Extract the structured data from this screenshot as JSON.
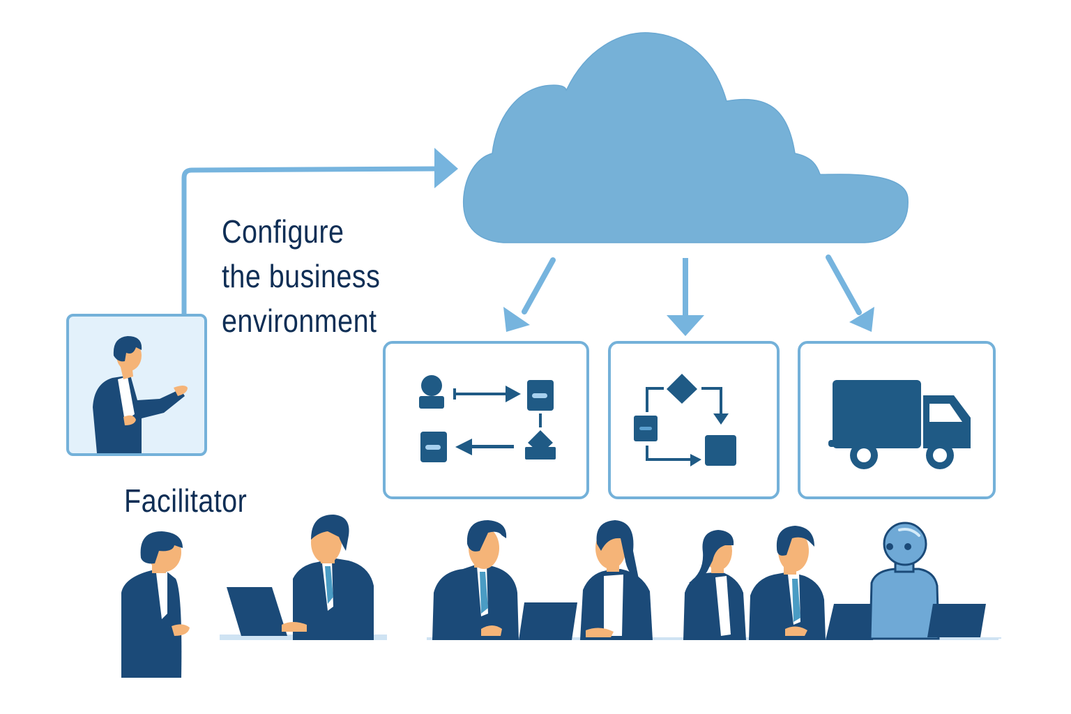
{
  "diagram": {
    "title_label": {
      "lines": [
        "Configure",
        "the business",
        "environment"
      ]
    },
    "facilitator_label": "Facilitator",
    "cloud": {
      "name": "cloud",
      "color": "#76b1d7"
    },
    "colors": {
      "arrow": "#76b4de",
      "panel_border": "#74b1d9",
      "icon_fill": "#1f5a85",
      "text": "#0f2e55",
      "suit": "#1b4a78",
      "skin": "#f5b478",
      "tie": "#4a9cc4",
      "robot": "#6fa9d6"
    },
    "panels": [
      {
        "name": "business-process",
        "icon": "process-flow-icon"
      },
      {
        "name": "workflow",
        "icon": "workflow-cycle-icon"
      },
      {
        "name": "logistics",
        "icon": "delivery-truck-icon"
      }
    ],
    "participants": [
      {
        "role": "facilitator-presenting",
        "type": "person"
      },
      {
        "role": "facilitator-standing",
        "type": "person"
      },
      {
        "role": "participant",
        "type": "person"
      },
      {
        "role": "participant",
        "type": "person"
      },
      {
        "role": "participant",
        "type": "person"
      },
      {
        "role": "participant",
        "type": "person"
      },
      {
        "role": "participant",
        "type": "person"
      },
      {
        "role": "ai-agent",
        "type": "robot"
      }
    ]
  }
}
